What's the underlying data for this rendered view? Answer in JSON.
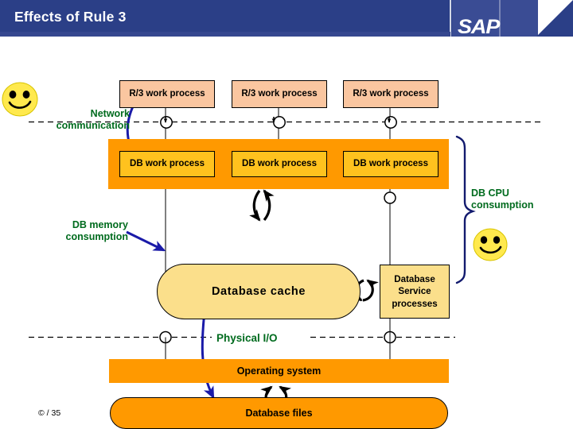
{
  "header": {
    "title": "Effects of Rule 3",
    "logo_text": "SAP",
    "bar_color": "#2b3f87",
    "logo_panel_color": "#3a4c94"
  },
  "diagram": {
    "r3_work_processes": [
      {
        "label": "R/3 work process"
      },
      {
        "label": "R/3 work process"
      },
      {
        "label": "R/3 work process"
      }
    ],
    "db_work_processes": [
      {
        "label": "DB work process"
      },
      {
        "label": "DB work process"
      },
      {
        "label": "DB work process"
      }
    ],
    "db_cache": {
      "label": "Database  cache"
    },
    "db_service": {
      "line1": "Database",
      "line2": "Service",
      "line3": "processes"
    },
    "operating_system": {
      "label": "Operating system"
    },
    "database_files": {
      "label": "Database files"
    }
  },
  "annotations": {
    "network": {
      "line1": "Network",
      "line2": "communication"
    },
    "db_memory": {
      "line1": "DB memory",
      "line2": "consumption"
    },
    "db_cpu": {
      "line1": "DB CPU",
      "line2": "consumption"
    },
    "physical_io": {
      "label": "Physical I/O"
    }
  },
  "colors": {
    "annotation_green": "#006b1e",
    "arrow_blue": "#1a1aa8",
    "brace_navy": "#121a6e",
    "r3_box": "#fac6a0",
    "db_box": "#ffc21e",
    "db_container": "#ff9900",
    "cache": "#fbdf8b",
    "smiley": "#ffe94d"
  },
  "icons": {
    "smiley_left": "smiley-face-icon",
    "smiley_right": "smiley-face-icon",
    "footer_mark": "copyright-icon"
  },
  "footer": {
    "text": "© / 35"
  }
}
